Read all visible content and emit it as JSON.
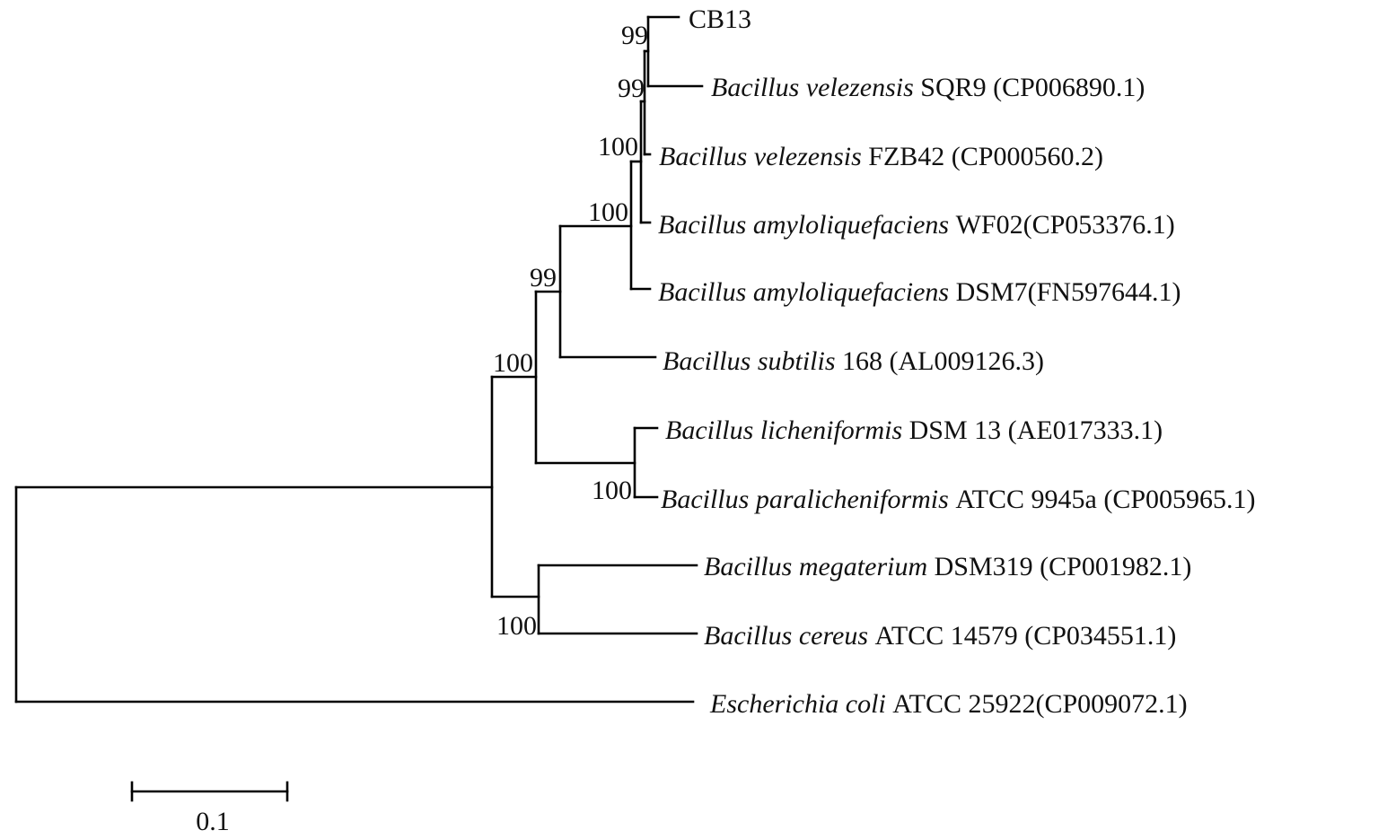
{
  "tree": {
    "leaves": [
      {
        "species": "",
        "strain": "CB13"
      },
      {
        "species": "Bacillus velezensis",
        "strain": "SQR9 (CP006890.1)"
      },
      {
        "species": "Bacillus velezensis",
        "strain": "FZB42 (CP000560.2)"
      },
      {
        "species": "Bacillus amyloliquefaciens",
        "strain": "WF02(CP053376.1)"
      },
      {
        "species": "Bacillus amyloliquefaciens",
        "strain": "DSM7(FN597644.1)"
      },
      {
        "species": "Bacillus subtilis",
        "strain": "168 (AL009126.3)"
      },
      {
        "species": "Bacillus licheniformis",
        "strain": "DSM 13 (AE017333.1)"
      },
      {
        "species": "Bacillus paralicheniformis",
        "strain": "ATCC 9945a (CP005965.1)"
      },
      {
        "species": "Bacillus megaterium",
        "strain": "DSM319 (CP001982.1)"
      },
      {
        "species": "Bacillus cereus",
        "strain": "ATCC 14579 (CP034551.1)"
      },
      {
        "species": "Escherichia coli",
        "strain": "ATCC 25922(CP009072.1)"
      }
    ],
    "bootstrap": [
      "99",
      "99",
      "100",
      "100",
      "99",
      "100",
      "100",
      "100"
    ],
    "scale_bar": {
      "label": "0.1"
    }
  }
}
